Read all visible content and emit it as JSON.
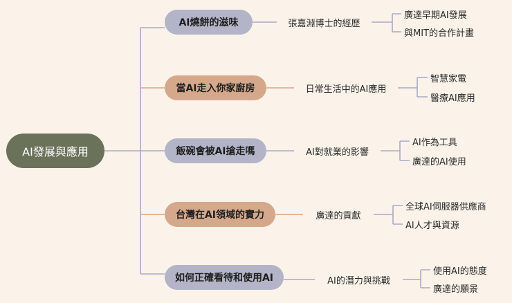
{
  "diagram": {
    "root": {
      "label": "AI發展與應用"
    },
    "branches": [
      {
        "label": "AI燒餅的滋味",
        "color": "#b3b4c8",
        "topic": "張嘉淵博士的經歷",
        "leaves": [
          "廣達早期AI發展",
          "與MIT的合作計畫"
        ]
      },
      {
        "label": "當AI走入你家廚房",
        "color": "#d5a88c",
        "topic": "日常生活中的AI應用",
        "leaves": [
          "智慧家電",
          "醫療AI應用"
        ]
      },
      {
        "label": "飯碗會被AI搶走嗎",
        "color": "#b3b4c8",
        "topic": "AI對就業的影響",
        "leaves": [
          "AI作為工具",
          "廣達的AI使用"
        ]
      },
      {
        "label": "台灣在AI領域的實力",
        "color": "#d5a88c",
        "topic": "廣達的貢獻",
        "leaves": [
          "全球AI伺服器供應商",
          "AI人才與資源"
        ]
      },
      {
        "label": "如何正確看待和使用AI",
        "color": "#b3b4c8",
        "topic": "AI的潛力與挑戰",
        "leaves": [
          "使用AI的態度",
          "廣達的願景"
        ]
      }
    ],
    "colors": {
      "background": "#fbf3ea",
      "root_fill": "#6a7259",
      "blue_fill": "#b3b4c8",
      "tan_fill": "#d5a88c",
      "blue_line": "#a9a9c1",
      "tan_line": "#dba47f"
    }
  }
}
